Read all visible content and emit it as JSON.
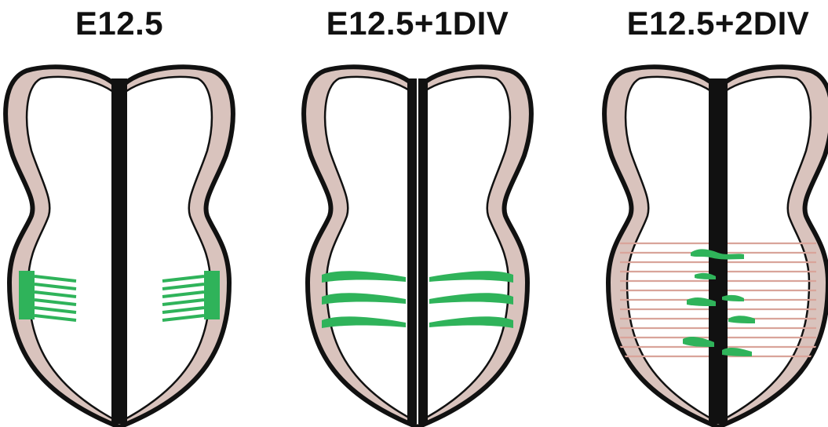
{
  "panels": [
    {
      "label": "E12.5"
    },
    {
      "label": "E12.5+1DIV"
    },
    {
      "label": "E12.5+2DIV"
    }
  ],
  "colors": {
    "outline": "#111111",
    "midline": "#111111",
    "pial_layer": "#d9c3bd",
    "axons": "#2fb35a",
    "floor_lines": "#d9a49a",
    "background": "#ffffff"
  }
}
